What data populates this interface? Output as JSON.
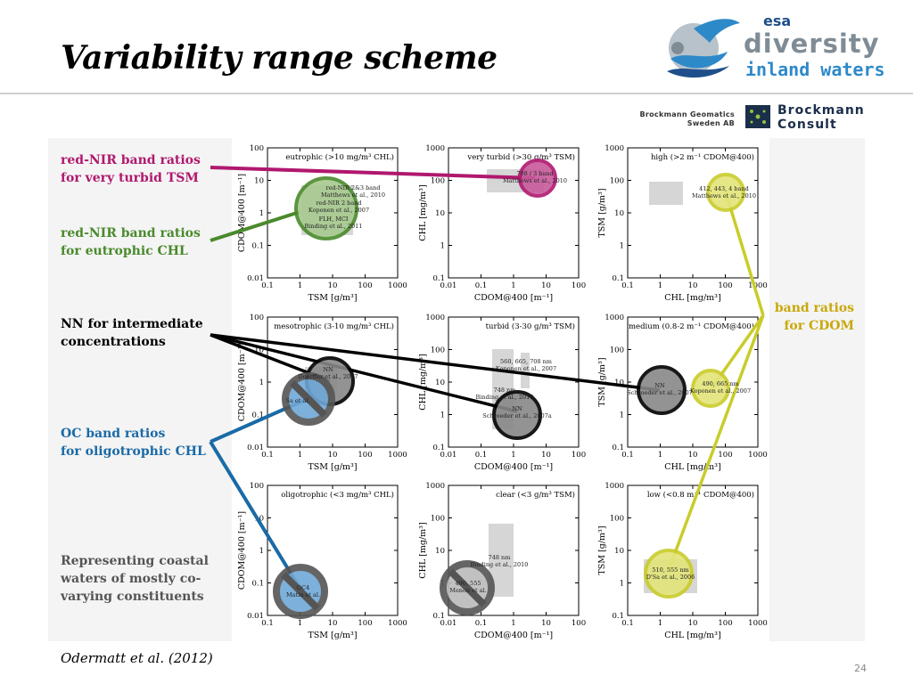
{
  "slide": {
    "title": "Variability range scheme",
    "citation": "Odermatt et al. (2012)",
    "page_number": "24"
  },
  "logos": {
    "esa": "esa",
    "diversity": "diversity",
    "inland_waters": "inland waters",
    "brockmann_geomatics": "Brockmann Geomatics Sweden AB",
    "brockmann_consult": "Brockmann Consult"
  },
  "labels": {
    "red_nir_tsm": [
      "red-NIR band ratios",
      "for very turbid TSM"
    ],
    "red_nir_chl": [
      "red-NIR band ratios",
      "for eutrophic CHL"
    ],
    "nn": [
      "NN for intermediate",
      "concentrations"
    ],
    "oc": [
      "OC band ratios",
      "for oligotrophic CHL"
    ],
    "coastal": [
      "Representing coastal",
      "waters of mostly co-",
      "varying constituents"
    ],
    "cdom": [
      "band ratios",
      "for CDOM"
    ]
  },
  "colors": {
    "magenta": "#b0186e",
    "green": "#4a8a2c",
    "blue": "#1a6aa6",
    "yellow": "#c9cc2a",
    "black": "#000000",
    "gray_text": "#555555"
  },
  "plots": [
    {
      "title": "eutrophic (>10 mg/m³ CHL)",
      "xlabel": "TSM [g/m³]",
      "ylabel": "CDOM@400 [m⁻¹]",
      "xticks": [
        "0.1",
        "1",
        "10",
        "100",
        "1000"
      ],
      "yticks": [
        "100",
        "10",
        "1",
        "0.1",
        "0.01"
      ]
    },
    {
      "title": "very turbid (>30 g/m³ TSM)",
      "xlabel": "CDOM@400 [m⁻¹]",
      "ylabel": "CHL [mg/m³]",
      "xticks": [
        "0.01",
        "0.1",
        "1",
        "10",
        "100"
      ],
      "yticks": [
        "1000",
        "100",
        "10",
        "1",
        "0.1"
      ]
    },
    {
      "title": "high (>2 m⁻¹ CDOM@400)",
      "xlabel": "CHL [mg/m³]",
      "ylabel": "TSM [g/m³]",
      "xticks": [
        "0.1",
        "1",
        "10",
        "100",
        "1000"
      ],
      "yticks": [
        "1000",
        "100",
        "10",
        "1",
        "0.1"
      ]
    },
    {
      "title": "mesotrophic (3-10 mg/m³ CHL)",
      "xlabel": "TSM [g/m³]",
      "ylabel": "CDOM@400 [m⁻¹]",
      "xticks": [
        "0.1",
        "1",
        "10",
        "100",
        "1000"
      ],
      "yticks": [
        "100",
        "10",
        "1",
        "0.1",
        "0.01"
      ]
    },
    {
      "title": "turbid (3-30 g/m³ TSM)",
      "xlabel": "CDOM@400 [m⁻¹]",
      "ylabel": "CHL [mg/m³]",
      "xticks": [
        "0.01",
        "0.1",
        "1",
        "10",
        "100"
      ],
      "yticks": [
        "1000",
        "100",
        "10",
        "1",
        "0.1"
      ]
    },
    {
      "title": "medium (0.8-2 m⁻¹ CDOM@400)",
      "xlabel": "CHL [mg/m³]",
      "ylabel": "TSM [g/m³]",
      "xticks": [
        "0.1",
        "1",
        "10",
        "100",
        "1000"
      ],
      "yticks": [
        "1000",
        "100",
        "10",
        "1",
        "0.1"
      ]
    },
    {
      "title": "oligotrophic (<3 mg/m³ CHL)",
      "xlabel": "TSM [g/m³]",
      "ylabel": "CDOM@400 [m⁻¹]",
      "xticks": [
        "0.1",
        "1",
        "10",
        "100",
        "1000"
      ],
      "yticks": [
        "100",
        "10",
        "1",
        "0.1",
        "0.01"
      ]
    },
    {
      "title": "clear (<3 g/m³ TSM)",
      "xlabel": "CDOM@400 [m⁻¹]",
      "ylabel": "CHL [mg/m³]",
      "xticks": [
        "0.01",
        "0.1",
        "1",
        "10",
        "100"
      ],
      "yticks": [
        "1000",
        "100",
        "10",
        "1",
        "0.1"
      ]
    },
    {
      "title": "low (<0.8 m⁻¹ CDOM@400)",
      "xlabel": "CHL [mg/m³]",
      "ylabel": "TSM [g/m³]",
      "xticks": [
        "0.1",
        "1",
        "10",
        "100",
        "1000"
      ],
      "yticks": [
        "1000",
        "100",
        "10",
        "1",
        "0.1"
      ]
    }
  ],
  "annotations": {
    "p1_a": [
      "red-NIR 2&3 band",
      "Matthews et al., 2010"
    ],
    "p1_b": [
      "red-NIR 2 band",
      "Koponen et al., 2007"
    ],
    "p1_c": [
      "FLH, MCI",
      "Binding et al., 2011"
    ],
    "p2_a": [
      "708 / 3 band",
      "Matthews et al., 2010"
    ],
    "p3_a": [
      "412, 443, 4 band",
      "Matthews et al., 2010"
    ],
    "p4_nn": [
      "NN",
      "Doerffer et al., 2007"
    ],
    "p4_oc": [
      "Sa et al."
    ],
    "p5_a": [
      "560, 665, 708 nm",
      "Koponen et al., 2007"
    ],
    "p5_b": [
      "748 nm",
      "Binding et al., 2010"
    ],
    "p5_nn": [
      "NN",
      "Schroeder et al., 2007a"
    ],
    "p6_nn": [
      "NN",
      "Schroeder et al., 2007"
    ],
    "p6_b": [
      "490, 665 nm",
      "Koponen et al., 2007"
    ],
    "p7_oc": [
      "OC4",
      "Matin et al."
    ],
    "p8_a": [
      "748 nm",
      "Binding et al., 2010"
    ],
    "p8_b": [
      "490, 555",
      "Menon et al."
    ],
    "p9_a": [
      "510, 555 nm",
      "D'Sa et al., 2006"
    ]
  }
}
